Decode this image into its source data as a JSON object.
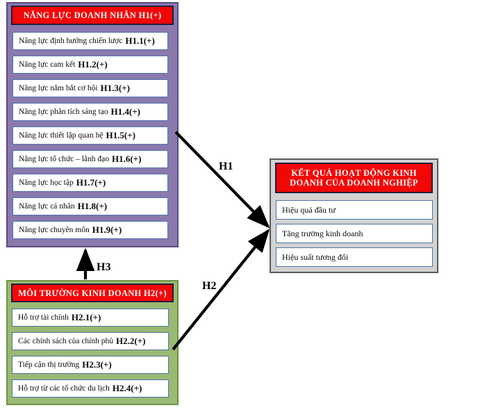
{
  "diagram": {
    "title_hidden": "",
    "colors": {
      "header_red": "#f30606",
      "capability_group": "#8b79ad",
      "capability_group_border": "#5b4a86",
      "environment_group": "#9ab973",
      "environment_group_border": "#6f9442",
      "results_group": "#d2d2d2",
      "results_group_border": "#5a5a5a",
      "item_border_blue": "#4a74ab",
      "arrow_black": "#000000"
    }
  },
  "capability_group": {
    "header": "NĂNG LỰC DOANH NHÂN H1(+)",
    "items": [
      {
        "text": "Năng lực định hướng chiến lược ",
        "code": "H1.1(+)"
      },
      {
        "text": "Năng lực cam kết ",
        "code": "H1.2(+)"
      },
      {
        "text": "Năng lực nắm bắt cơ hội ",
        "code": "H1.3(+)"
      },
      {
        "text": "Năng lực phân tích sáng tạo ",
        "code": "H1.4(+)"
      },
      {
        "text": "Năng lực thiết lập quan hệ ",
        "code": "H1.5(+)"
      },
      {
        "text": "Năng lực tổ chức – lãnh đạo ",
        "code": "H1.6(+)"
      },
      {
        "text": "Năng lực học tập ",
        "code": "H1.7(+)"
      },
      {
        "text": "Năng lực cá nhân ",
        "code": "H1.8(+)"
      },
      {
        "text": "Năng lực chuyên môn ",
        "code": "H1.9(+)"
      }
    ]
  },
  "environment_group": {
    "header": "MÔI TRƯỜNG KINH DOANH H2(+)",
    "items": [
      {
        "text": "Hỗ trợ tài chính ",
        "code": "H2.1(+)"
      },
      {
        "text": "Các chính sách của chính phủ ",
        "code": "H2.2(+)"
      },
      {
        "text": "Tiếp cận thị trường ",
        "code": "H2.3(+)"
      },
      {
        "text": "Hỗ trợ từ các tổ chức du lịch ",
        "code": "H2.4(+)"
      }
    ]
  },
  "results_group": {
    "header": "KẾT QUẢ HOẠT ĐỘNG KINH DOANH CỦA DOANH NGHIỆP",
    "items": [
      {
        "text": "Hiệu quả đầu tư",
        "code": ""
      },
      {
        "text": "Tăng trưởng kinh doanh",
        "code": ""
      },
      {
        "text": "Hiệu suất tương đối",
        "code": ""
      }
    ]
  },
  "arrows": [
    {
      "id": "h1",
      "label": "H1",
      "from": "capability_group",
      "to": "results_group"
    },
    {
      "id": "h2",
      "label": "H2",
      "from": "environment_group",
      "to": "results_group"
    },
    {
      "id": "h3",
      "label": "H3",
      "from": "environment_group",
      "to": "capability_group"
    }
  ]
}
